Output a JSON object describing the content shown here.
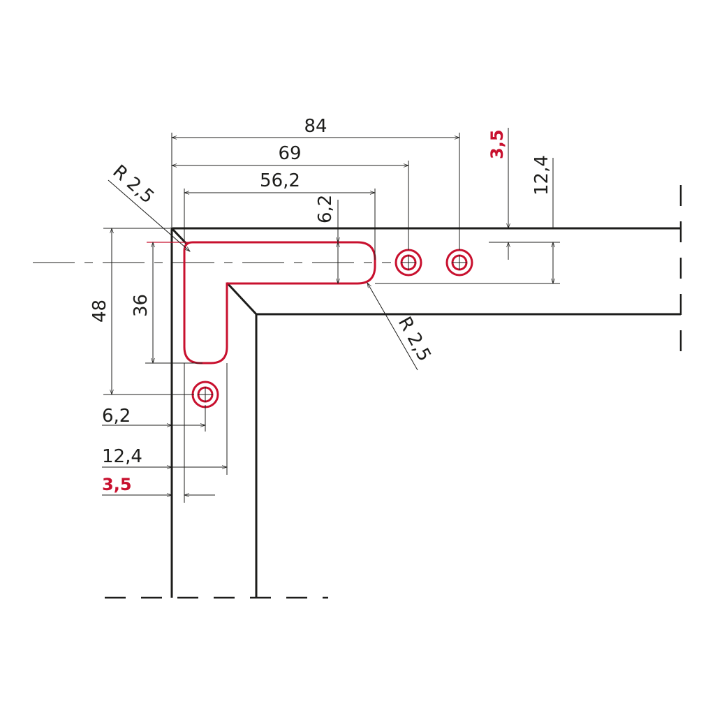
{
  "drawing": {
    "dims": {
      "overall_84": "84",
      "to_hole1_69": "69",
      "slot_length_56_2": "56,2",
      "slot_width_top_6_2": "6,2",
      "offset_top_3_5": "3,5",
      "hole_line_12_4_top": "12,4",
      "radius_outer": "R 2,5",
      "radius_inner": "R 2,5",
      "height_48": "48",
      "height_36": "36",
      "left_6_2": "6,2",
      "left_12_4": "12,4",
      "left_3_5": "3,5"
    },
    "colors": {
      "outline": "#1d1d1b",
      "cutout": "#c8102e"
    }
  }
}
